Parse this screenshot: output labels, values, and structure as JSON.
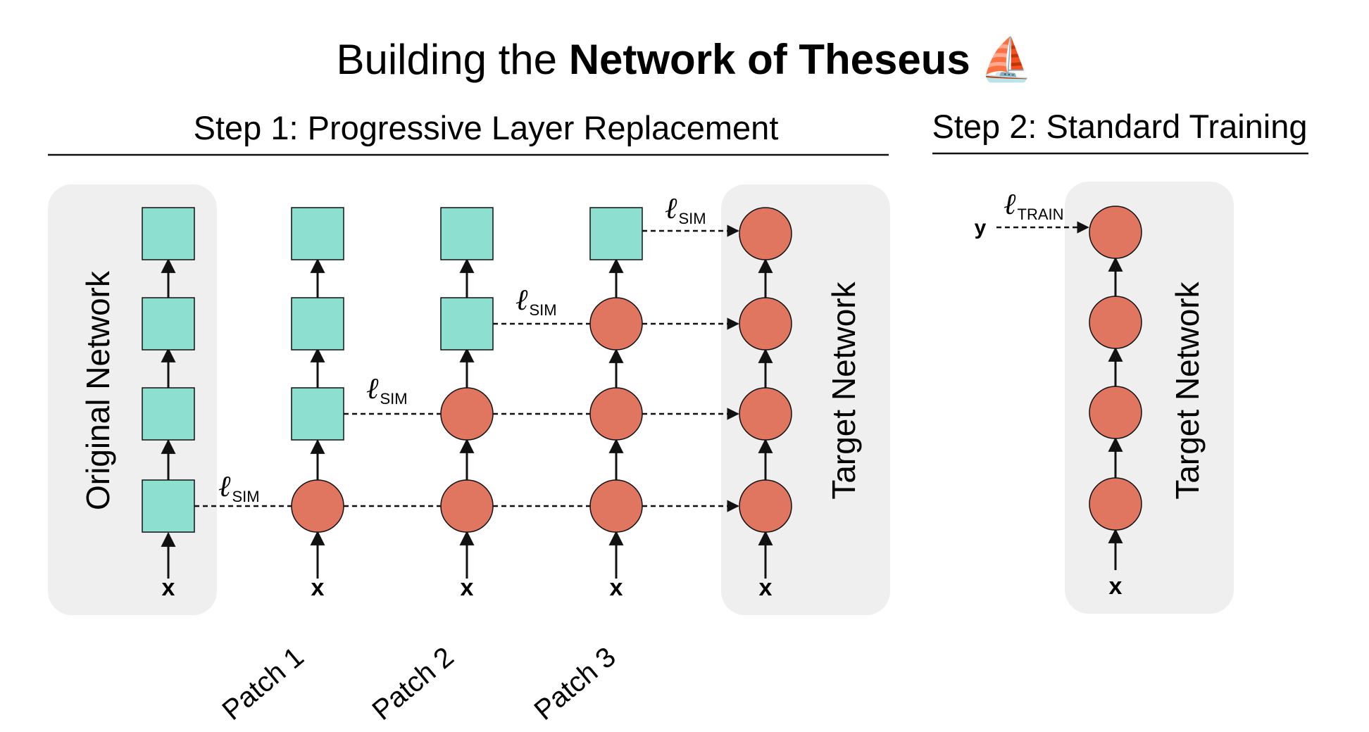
{
  "title": {
    "prefix": "Building the ",
    "bold": "Network of Theseus",
    "emoji": "⛵"
  },
  "step1": {
    "heading": "Step 1: Progressive Layer Replacement",
    "original_label": "Original Network",
    "target_label": "Target Network",
    "input_label": "x",
    "patches": [
      "Patch 1",
      "Patch 2",
      "Patch 3"
    ],
    "loss_symbol": "ℓ",
    "loss_sub": "SIM"
  },
  "step2": {
    "heading": "Step 2: Standard Training",
    "target_label": "Target Network",
    "input_label": "x",
    "output_label": "y",
    "loss_symbol": "ℓ",
    "loss_sub": "TRAIN"
  },
  "colors": {
    "square": "#8de0d0",
    "circle": "#e07560",
    "panel": "#efefef",
    "stroke": "#111111"
  }
}
